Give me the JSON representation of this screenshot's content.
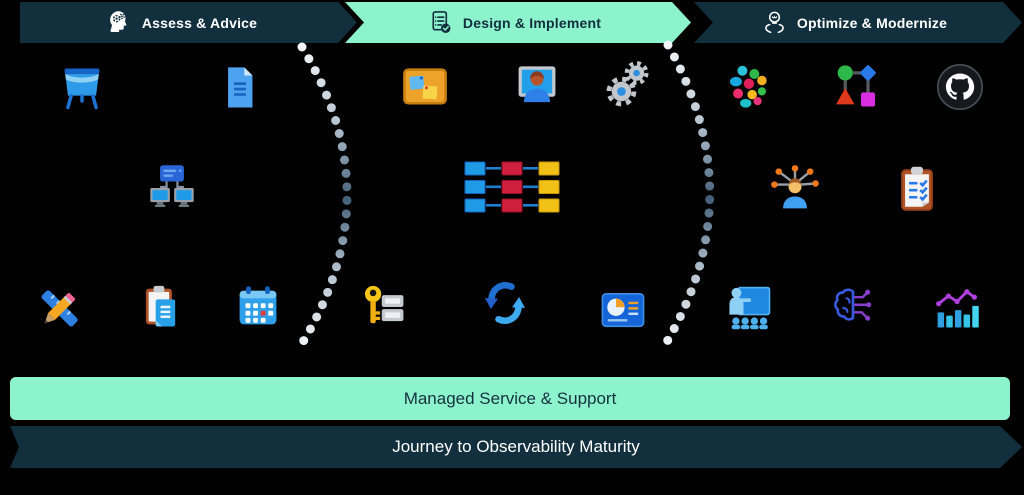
{
  "diagram": {
    "phases": [
      {
        "label": "Assess & Advice",
        "header_icon": "head-gears-icon",
        "icons": [
          "easel-icon",
          "document-icon",
          "network-diagram-icon",
          "pencil-ruler-icon",
          "clipboard-document-icon",
          "calendar-icon"
        ]
      },
      {
        "label": "Design & Implement",
        "header_icon": "checklist-icon",
        "icons": [
          "pinboard-icon",
          "user-monitor-icon",
          "gears-icon",
          "block-grid-icon",
          "key-server-icon",
          "sync-arrows-icon",
          "dashboard-pie-icon"
        ]
      },
      {
        "label": "Optimize & Modernize",
        "header_icon": "hands-lightbulb-icon",
        "icons": [
          "integration-cluster-icon",
          "flowchart-shapes-icon",
          "github-icon",
          "person-network-icon",
          "checklist-clipboard-icon",
          "training-icon",
          "ai-brain-icon",
          "analytics-chart-icon"
        ]
      }
    ],
    "bars": {
      "managed_service": "Managed Service & Support",
      "journey": "Journey to Observability Maturity"
    },
    "colors": {
      "dark_navy": "#122f3d",
      "mint_green": "#8df3cd",
      "background": "#000000"
    }
  }
}
